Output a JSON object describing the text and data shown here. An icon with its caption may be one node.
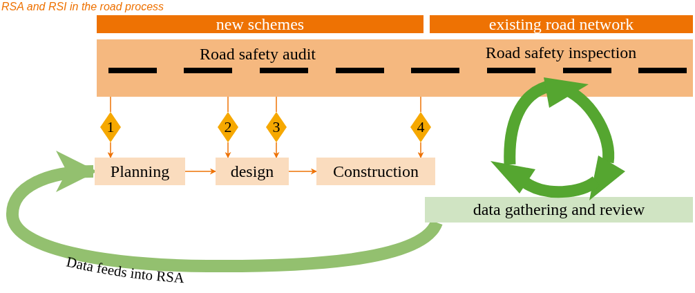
{
  "diagram": {
    "title": "RSA and RSI in the road process",
    "nodes": [
      {
        "text": [
          "new schemes"
        ]
      },
      {
        "text": [
          "existing road network"
        ]
      },
      {
        "text": [
          "Road safety audit",
          "Road safety inspection"
        ]
      },
      {
        "text": [
          "1"
        ]
      },
      {
        "text": [
          "2"
        ]
      },
      {
        "text": [
          "3"
        ]
      },
      {
        "text": [
          "4"
        ]
      },
      {
        "text": [
          "Planning"
        ]
      },
      {
        "text": [
          "design"
        ]
      },
      {
        "text": [
          "Construction"
        ]
      },
      {
        "text": [
          "data gathering and review"
        ]
      }
    ],
    "edges": [
      {
        "from": 2,
        "to": 3,
        "arrow": "none"
      },
      {
        "from": 2,
        "to": 4,
        "arrow": "none"
      },
      {
        "from": 2,
        "to": 5,
        "arrow": "none"
      },
      {
        "from": 2,
        "to": 6,
        "arrow": "none"
      },
      {
        "from": 3,
        "to": 7,
        "arrow": "to"
      },
      {
        "from": 4,
        "to": 8,
        "arrow": "to"
      },
      {
        "from": 5,
        "to": 8,
        "arrow": "to"
      },
      {
        "from": 6,
        "to": 9,
        "arrow": "to"
      },
      {
        "from": 7,
        "to": 8,
        "arrow": "to"
      },
      {
        "from": 8,
        "to": 9,
        "arrow": "to"
      },
      {
        "from": 10,
        "to": 7,
        "arrow": "to",
        "label": "Data feeds into RSA",
        "style": "thick",
        "color": "#93c06f"
      }
    ]
  }
}
